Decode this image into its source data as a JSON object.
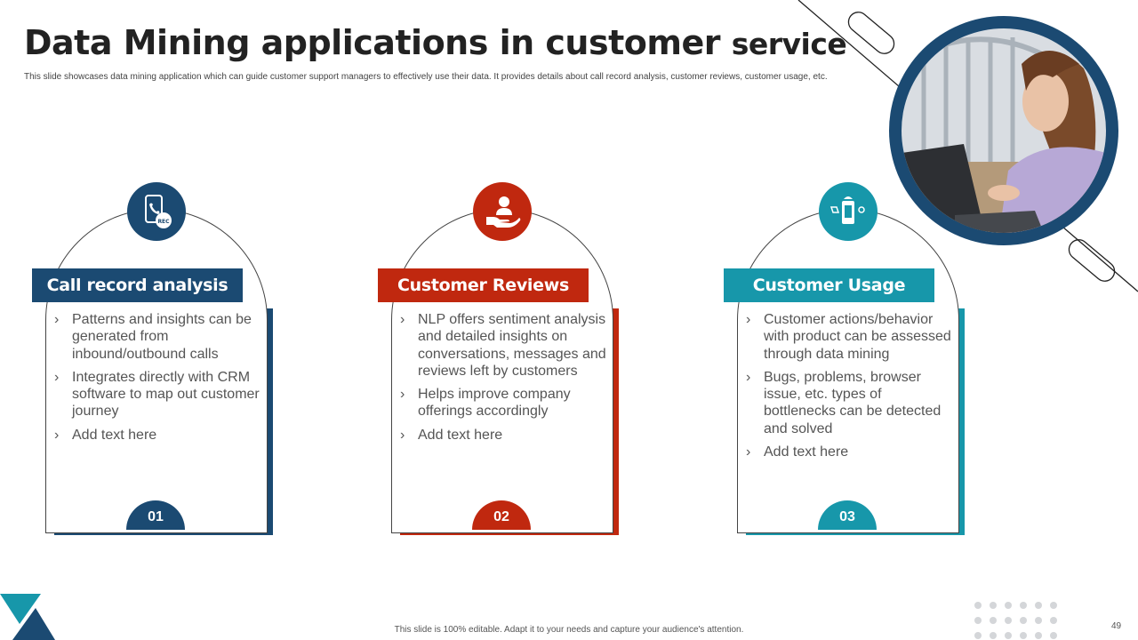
{
  "header": {
    "title_main": "Data Mining applications in customer",
    "title_end": "service",
    "subtitle": "This slide showcases data mining application which can guide customer support managers to effectively use their data. It provides details about call record analysis, customer reviews, customer usage, etc."
  },
  "colors": {
    "navy": "#1b4a72",
    "red": "#c0280f",
    "teal": "#1797aa"
  },
  "cards": [
    {
      "heading": "Call record analysis",
      "icon": "phone-recording-icon",
      "number": "01",
      "color": "#1b4a72",
      "bullets": [
        "Patterns and insights can be generated from inbound/outbound  calls",
        "Integrates directly with CRM software to map out customer journey",
        "Add text here"
      ]
    },
    {
      "heading": "Customer Reviews",
      "icon": "hand-holding-person-icon",
      "number": "02",
      "color": "#c0280f",
      "bullets": [
        "NLP offers sentiment analysis and detailed insights on conversations, messages and reviews left by customers",
        "Helps improve company offerings accordingly",
        "Add text here"
      ]
    },
    {
      "heading": "Customer Usage",
      "icon": "mobile-usage-icon",
      "number": "03",
      "color": "#1797aa",
      "bullets": [
        "Customer actions/behavior with product can be assessed through data mining",
        "Bugs, problems, browser issue, etc. types of bottlenecks can be detected and solved",
        "Add text here"
      ]
    }
  ],
  "footer": {
    "text": "This slide is 100% editable. Adapt it to your needs and capture your audience's attention.",
    "page_number": "49"
  }
}
